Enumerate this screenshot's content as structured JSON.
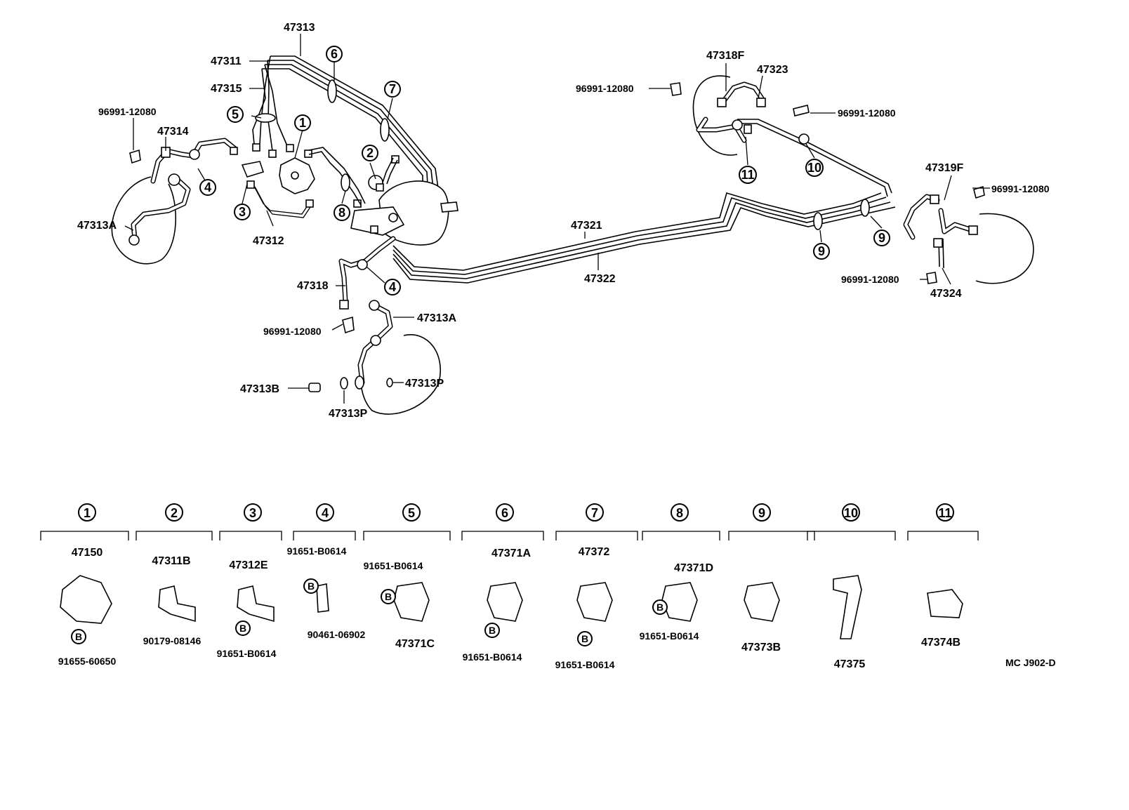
{
  "diagram_code": "MC J902-D",
  "callouts": {
    "p47313_top": "47313",
    "p47311": "47311",
    "p47315": "47315",
    "p96991_left": "96991-12080",
    "p47314": "47314",
    "p47313A_left": "47313A",
    "p47312": "47312",
    "p47318": "47318",
    "p96991_mid": "96991-12080",
    "p47313A_mid": "47313A",
    "p47313B": "47313B",
    "p47313P_a": "47313P",
    "p47313P_b": "47313P",
    "p47321": "47321",
    "p47322": "47322",
    "p96991_rt1": "96991-12080",
    "p47318F": "47318F",
    "p47323": "47323",
    "p96991_rt2": "96991-12080",
    "p47319F": "47319F",
    "p96991_rt3": "96991-12080",
    "p96991_rt4": "96991-12080",
    "p47324": "47324"
  },
  "markers": {
    "n1": "1",
    "n2": "2",
    "n3": "3",
    "n4a": "4",
    "n4b": "4",
    "n5": "5",
    "n6": "6",
    "n7": "7",
    "n8": "8",
    "n9a": "9",
    "n9b": "9",
    "n10": "10",
    "n11": "11"
  },
  "legend": [
    {
      "index": "1",
      "main": "47150",
      "parts": [
        "91655-60650"
      ],
      "b_mark": "B"
    },
    {
      "index": "2",
      "main": "47311B",
      "parts": [
        "90179-08146"
      ]
    },
    {
      "index": "3",
      "main": "47312E",
      "parts": [
        "91651-B0614"
      ],
      "b_mark": "B"
    },
    {
      "index": "4",
      "main": "91651-B0614",
      "parts": [
        "90461-06902"
      ],
      "b_mark": "B"
    },
    {
      "index": "5",
      "main": "91651-B0614",
      "parts": [
        "47371C"
      ],
      "b_mark": "B"
    },
    {
      "index": "6",
      "main": "47371A",
      "parts": [
        "91651-B0614"
      ],
      "b_mark": "B"
    },
    {
      "index": "7",
      "main": "47372",
      "parts": [
        "91651-B0614"
      ],
      "b_mark": "B"
    },
    {
      "index": "8",
      "main": "47371D",
      "parts": [
        "91651-B0614"
      ],
      "b_mark": "B"
    },
    {
      "index": "9",
      "main": "47373B",
      "parts": []
    },
    {
      "index": "10",
      "main": "47375",
      "parts": []
    },
    {
      "index": "11",
      "main": "47374B",
      "parts": []
    }
  ]
}
